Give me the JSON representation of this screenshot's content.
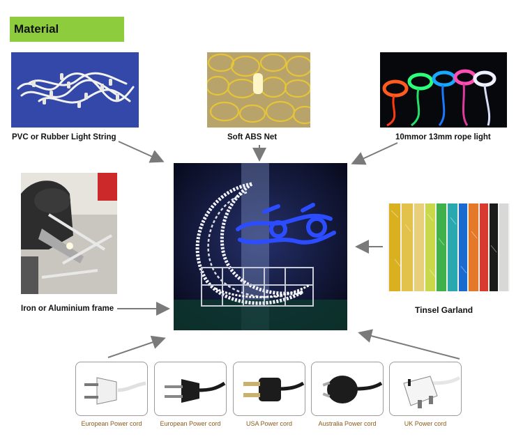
{
  "section_title": "Material",
  "materials": {
    "pvc_label": "PVC or Rubber Light String",
    "abs_label": "Soft ABS Net",
    "rope_label": "10mmor 13mm rope light",
    "frame_label": "Iron or Aluminium frame",
    "tinsel_label": "Tinsel Garland"
  },
  "power_cords": [
    {
      "label": "European Power cord",
      "icon": "eu-plug-white"
    },
    {
      "label": "European Power cord",
      "icon": "eu-plug-black"
    },
    {
      "label": "USA Power cord",
      "icon": "us-plug"
    },
    {
      "label": "Australia Power cord",
      "icon": "au-plug"
    },
    {
      "label": "UK Power cord",
      "icon": "uk-plug"
    }
  ],
  "colors": {
    "banner": "#8dcc3c",
    "cord_label": "#8a5a1a",
    "arrow": "#7a7a7a"
  }
}
